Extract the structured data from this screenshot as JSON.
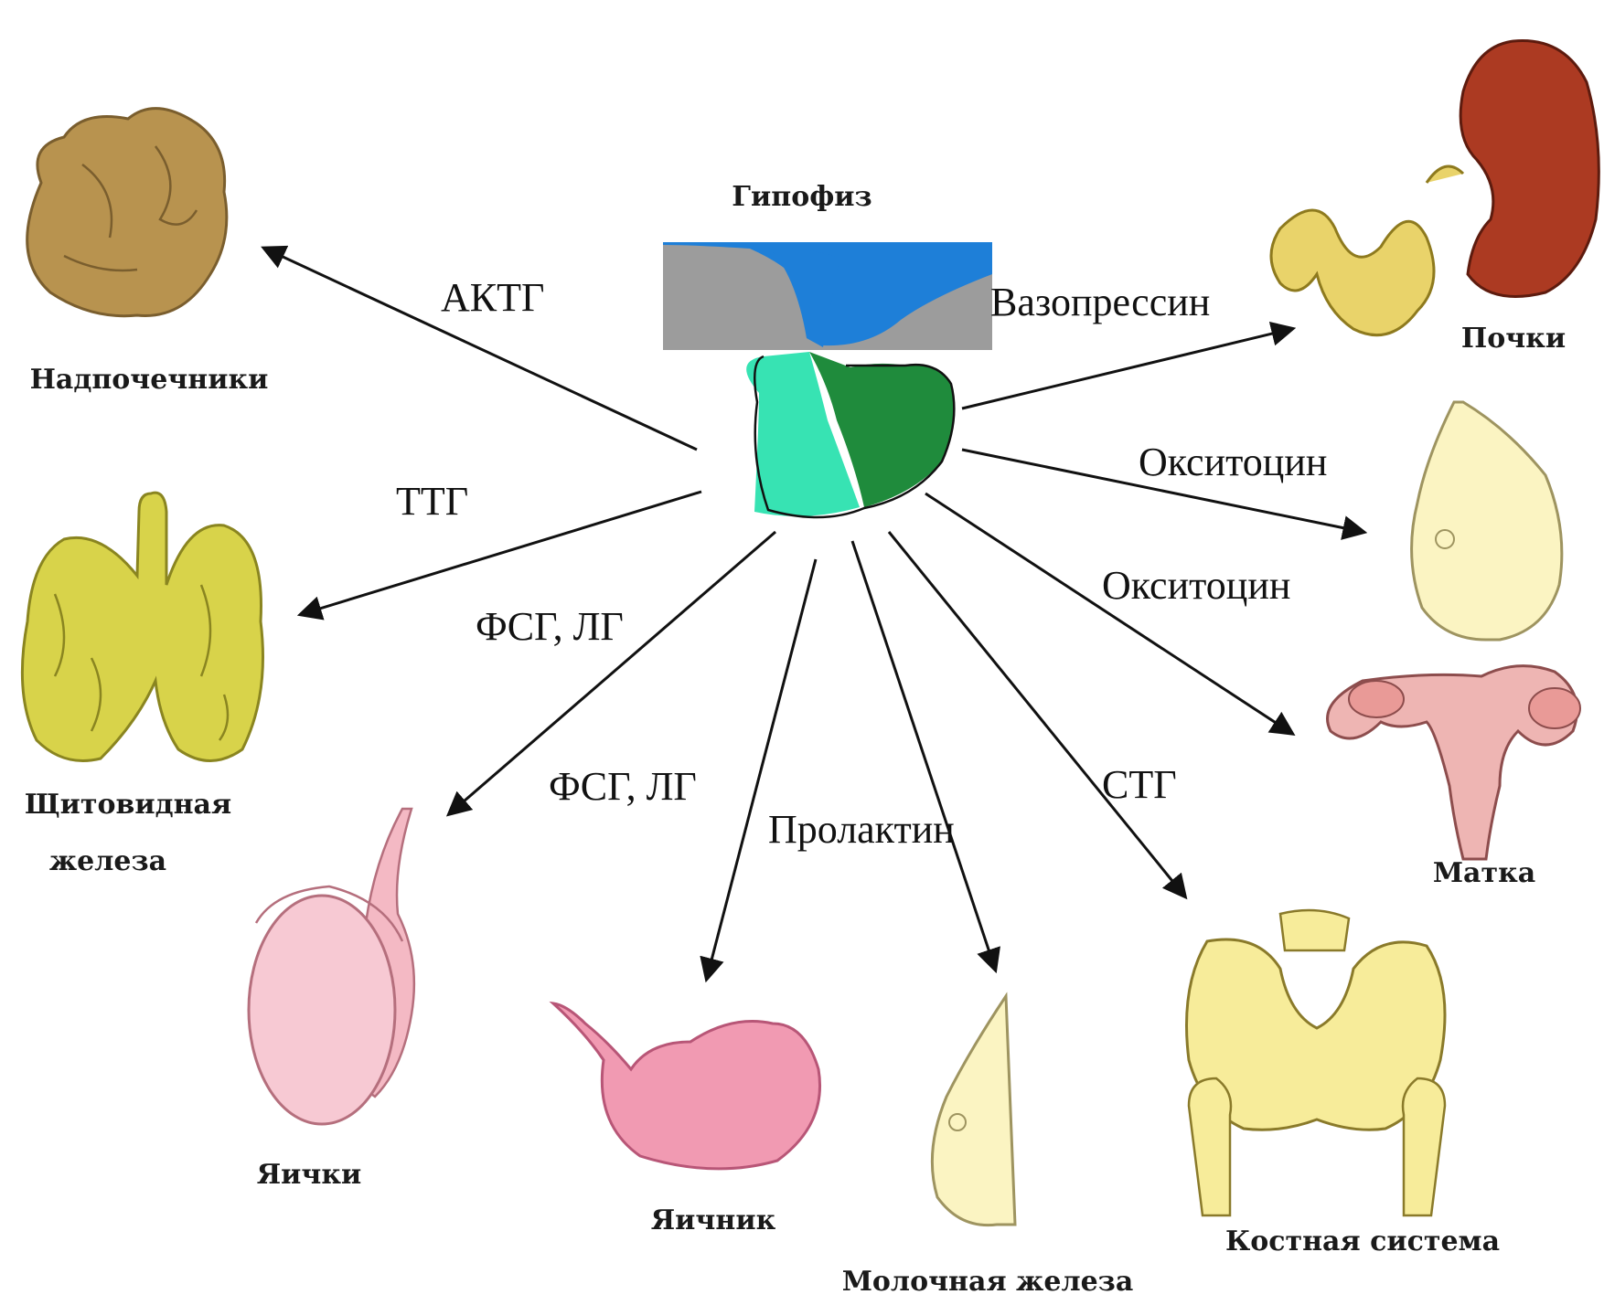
{
  "center": {
    "label": "Гипофиз"
  },
  "organs": {
    "adrenal": "Надпочечники",
    "thyroid_line1": "Щитовидная",
    "thyroid_line2": "железа",
    "testes": "Яички",
    "ovary": "Яичник",
    "mammary": "Молочная железа",
    "skeleton": "Костная система",
    "uterus": "Матка",
    "kidneys": "Почки"
  },
  "hormones": {
    "acth": "АКТГ",
    "tsh": "ТТГ",
    "fsh_lh_1": "ФСГ, ЛГ",
    "fsh_lh_2": "ФСГ, ЛГ",
    "prolactin": "Пролактин",
    "stg": "СТГ",
    "oxytocin_1": "Окситоцин",
    "oxytocin_2": "Окситоцин",
    "vasopressin": "Вазопрессин"
  },
  "colors": {
    "adrenal": "#b8934f",
    "thyroid": "#d8d34a",
    "testes": "#f7c9d3",
    "ovary": "#f19ab2",
    "breast": "#fbf4c2",
    "skeleton": "#f7ec9a",
    "uterus": "#eeb5b3",
    "kidney": "#ac3a22",
    "tubule": "#e9d36a",
    "pituitary_blue": "#1e7fd8",
    "pituitary_gray": "#9c9c9c",
    "pituitary_light": "#37e3b3",
    "pituitary_dark": "#1f8b3c"
  }
}
